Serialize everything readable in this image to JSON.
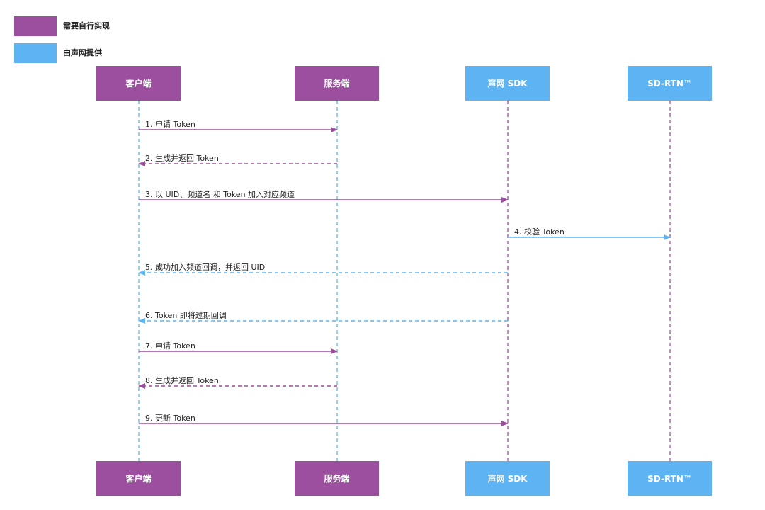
{
  "colors": {
    "self_impl": "#9b4f9e",
    "agora": "#5eb3f2",
    "text": "#222222"
  },
  "legend": [
    {
      "label": "需要自行实现",
      "color_key": "self_impl"
    },
    {
      "label": "由声网提供",
      "color_key": "agora"
    }
  ],
  "actors": [
    {
      "id": "client",
      "label": "客户端",
      "color_key": "self_impl",
      "lifeline": "agora"
    },
    {
      "id": "server",
      "label": "服务端",
      "color_key": "self_impl",
      "lifeline": "agora"
    },
    {
      "id": "sdk",
      "label": "声网 SDK",
      "color_key": "agora",
      "lifeline": "self_impl"
    },
    {
      "id": "sdrtn",
      "label": "SD-RTN™",
      "color_key": "agora",
      "lifeline": "self_impl"
    }
  ],
  "messages": [
    {
      "label": "1. 申请 Token",
      "from": "client",
      "to": "server",
      "style": "solid",
      "color_key": "self_impl"
    },
    {
      "label": "2. 生成并返回 Token",
      "from": "server",
      "to": "client",
      "style": "dashed",
      "color_key": "self_impl"
    },
    {
      "label": "3. 以 UID、频道名 和 Token 加入对应频道",
      "from": "client",
      "to": "sdk",
      "style": "solid",
      "color_key": "self_impl"
    },
    {
      "label": "4. 校验 Token",
      "from": "sdk",
      "to": "sdrtn",
      "style": "solid",
      "color_key": "agora"
    },
    {
      "label": "5. 成功加入频道回调，并返回 UID",
      "from": "sdk",
      "to": "client",
      "style": "dashed",
      "color_key": "agora"
    },
    {
      "label": "6. Token 即将过期回调",
      "from": "sdk",
      "to": "client",
      "style": "dashed",
      "color_key": "agora"
    },
    {
      "label": "7. 申请 Token",
      "from": "client",
      "to": "server",
      "style": "solid",
      "color_key": "self_impl"
    },
    {
      "label": "8. 生成并返回 Token",
      "from": "server",
      "to": "client",
      "style": "dashed",
      "color_key": "self_impl"
    },
    {
      "label": "9. 更新 Token",
      "from": "client",
      "to": "sdk",
      "style": "solid",
      "color_key": "self_impl"
    }
  ]
}
